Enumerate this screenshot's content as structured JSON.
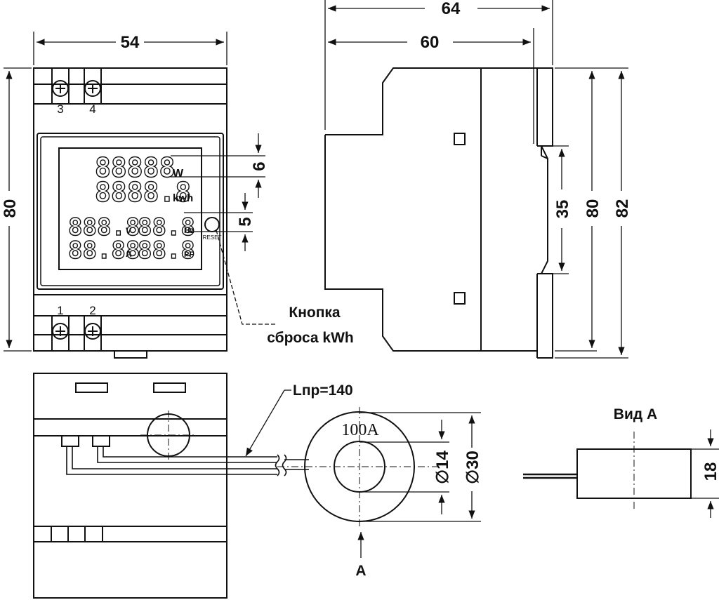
{
  "dimensions": {
    "front_width": "54",
    "front_height": "80",
    "side_width_total": "64",
    "side_width": "60",
    "din_slot": "35",
    "side_height": "80",
    "side_height_total": "82",
    "lcd_digit_height": "6",
    "lcd_row_gap": "5",
    "ct_inner_diameter": "∅14",
    "ct_outer_diameter": "∅30",
    "ct_thickness": "18"
  },
  "terminals": {
    "top": [
      "3",
      "4"
    ],
    "bottom": [
      "1",
      "2"
    ]
  },
  "lcd": {
    "row1_value": "88888",
    "row1_unit": "W",
    "row2_value": "8888.8",
    "row2_unit": "kwh",
    "row3_left_value": "888.8",
    "row3_left_unit": "V",
    "row3_right_value": "88.8",
    "row3_right_unit": "Hz",
    "row4_left_value": "88.88",
    "row4_left_unit": "A",
    "row4_right_value": "88.8",
    "row4_right_unit": "PF"
  },
  "reset_label": "RESET",
  "callouts": {
    "reset_button_line1": "Кнопка",
    "reset_button_line2": "сброса kWh",
    "cable_length": "Lпр=140",
    "ct_rating": "100A",
    "view_marker": "A",
    "view_title": "Вид А"
  }
}
